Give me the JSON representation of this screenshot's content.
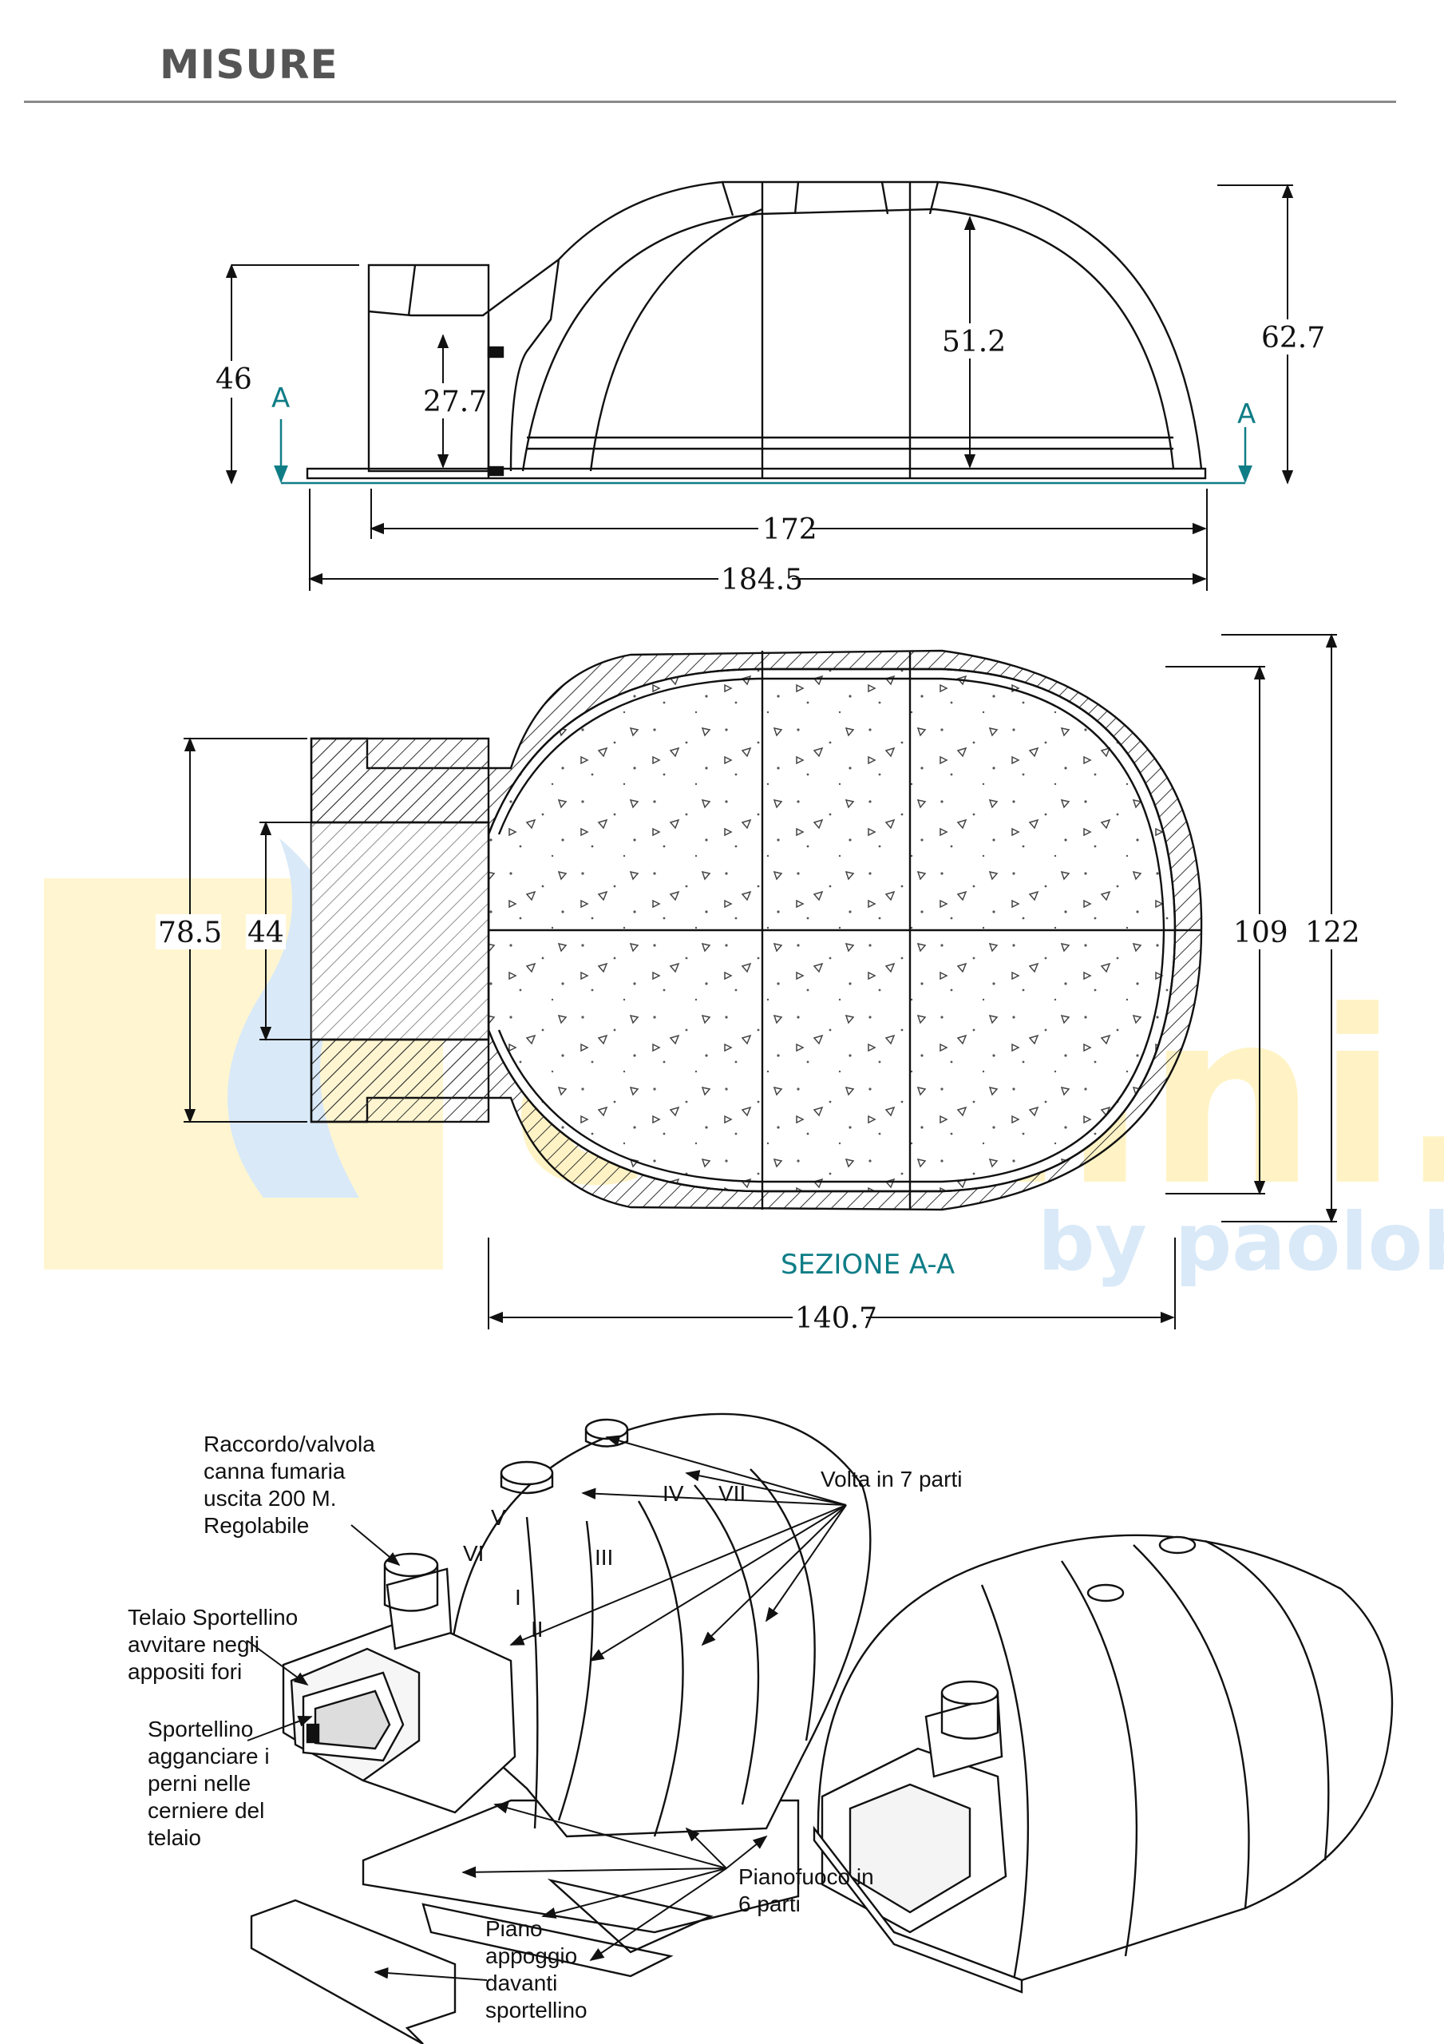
{
  "page": {
    "title": "MISURE"
  },
  "watermark": {
    "brand": "camini.net",
    "byline": "by paolobarzotti",
    "colors": {
      "yellow": "#fff4c7",
      "blue": "#d7e8f8"
    }
  },
  "elevation_view": {
    "section_mark_left": "A",
    "section_mark_right": "A",
    "dims": {
      "front_height": "46",
      "mouth_height": "27.7",
      "inner_height": "51.2",
      "total_height": "62.7",
      "inner_length": "172",
      "total_length": "184.5"
    }
  },
  "plan_view": {
    "caption": "SEZIONE A-A",
    "dims": {
      "front_width": "78.5",
      "mouth_width": "44",
      "inner_width": "109",
      "total_width": "122",
      "inner_length": "140.7"
    }
  },
  "exploded_view": {
    "callouts": {
      "flue": [
        "Raccordo/valvola",
        "canna fumaria",
        "uscita 200 M.",
        "Regolabile"
      ],
      "vault": [
        "Volta in 7 parti"
      ],
      "frame": [
        "Telaio Sportellino",
        "avvitare negli",
        "appositi fori"
      ],
      "door": [
        "Sportellino",
        "agganciare i",
        "perni nelle",
        "cerniere del",
        "telaio"
      ],
      "hearth": [
        "Pianofuoco in",
        "6 parti"
      ],
      "front_plate": [
        "Piano",
        "appoggio",
        "davanti",
        "sportellino"
      ]
    },
    "segment_marks": [
      "I",
      "II",
      "III",
      "IV",
      "V",
      "VI",
      "VII"
    ]
  },
  "colors": {
    "line": "#111111",
    "section_line": "#0f7d86",
    "header_text": "#555555",
    "rule": "#8a8a8a"
  }
}
